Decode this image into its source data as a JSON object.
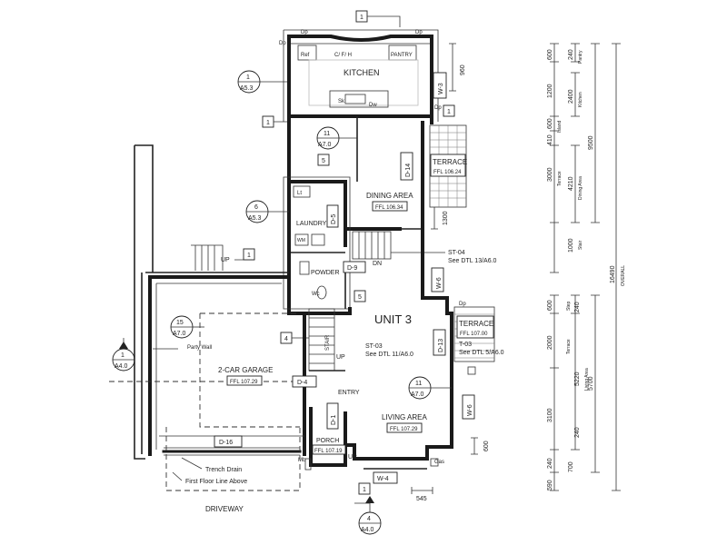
{
  "rooms": {
    "kitchen": "KITCHEN",
    "ref": "Ref",
    "cf_rh": "C/ F/ H",
    "pantry": "PANTRY",
    "sk": "Sk",
    "dw": "Dw",
    "dining": "DINING AREA",
    "dining_ffl": "FFL 106.34",
    "terrace": "TERRACE",
    "terrace_ffl": "FFL 106.24",
    "laundry": "LAUNDRY",
    "lt": "Lt",
    "wm": "WM",
    "powder": "POWDER",
    "wc": "Wc",
    "unit": "UNIT 3",
    "terrace2": "TERRACE",
    "terrace2_ffl": "FFL 107.00",
    "garage": "2-CAR GARAGE",
    "garage_ffl": "FFL 107.29",
    "party_wall": "Party Wall",
    "entry": "ENTRY",
    "living": "LIVING AREA",
    "living_ffl": "FFL 107.29",
    "porch": "PORCH",
    "porch_ffl": "FFL 107.19",
    "trench_drain": "Trench Drain",
    "first_floor": "First Floor Line Above",
    "driveway": "DRIVEWAY",
    "stair": "STAIR",
    "gas": "Gas",
    "mb": "Mb"
  },
  "notes": {
    "up1": "UP",
    "up2": "UP",
    "up3": "UP",
    "dn": "DN",
    "st04": "ST-04",
    "st04_detail": "See DTL 13/A6.0",
    "st03": "ST-03",
    "st03_detail": "See DTL 11/A6.0",
    "t03": "T-03",
    "t03_detail": "See DTL 5/A6.0",
    "dp": "Dp"
  },
  "windows": {
    "w3": "W-3",
    "w6a": "W-6",
    "w6b": "W-6",
    "w4": "W-4",
    "d14": "D-14",
    "d13": "D-13",
    "d9": "D-9",
    "d5": "D-5",
    "d4": "D-4",
    "d1": "D-1",
    "d16": "D-16"
  },
  "tags": {
    "t1a": "1",
    "t1b": "1",
    "t1c": "1",
    "t1d": "1",
    "t1e": "1",
    "t5a": "5",
    "t5b": "5",
    "t4": "4"
  },
  "refs": {
    "r_1_a53": {
      "top": "1",
      "bottom": "A5.3"
    },
    "r_11_a70a": {
      "top": "11",
      "bottom": "A7.0"
    },
    "r_6_a53": {
      "top": "6",
      "bottom": "A5.3"
    },
    "r_15_a70": {
      "top": "15",
      "bottom": "A7.0"
    },
    "r_1_a40": {
      "top": "1",
      "bottom": "A4.0"
    },
    "r_11_a70b": {
      "top": "11",
      "bottom": "A7.0"
    },
    "r_4_a40": {
      "top": "4",
      "bottom": "A4.0"
    }
  },
  "dims": {
    "d960": "960",
    "d1300": "1300",
    "d600": "600",
    "d545": "545"
  },
  "dimstrip_a": {
    "d600": "600",
    "d240a": "240",
    "pantry": "Pantry",
    "d1200": "1200",
    "d2400": "2400",
    "kitchen": "Kitchen",
    "d600b": "600",
    "island": "Island",
    "d410": "410",
    "d3000": "3000",
    "terrace": "Terrace",
    "d4210": "4210",
    "dining_area": "Dining Area",
    "d9500": "9500",
    "d1000": "1000",
    "stair": "Stair",
    "d16490": "16490",
    "overall": "OVERALL"
  },
  "dimstrip_b": {
    "d600": "600",
    "step": "Step",
    "d240": "240",
    "d2000": "2000",
    "terrace": "Terrace",
    "d5220": "5220",
    "living_area": "Living Area",
    "d5700": "5700",
    "d3100": "3100",
    "d240b": "240",
    "d240c": "240",
    "d590": "590",
    "d700": "700"
  }
}
